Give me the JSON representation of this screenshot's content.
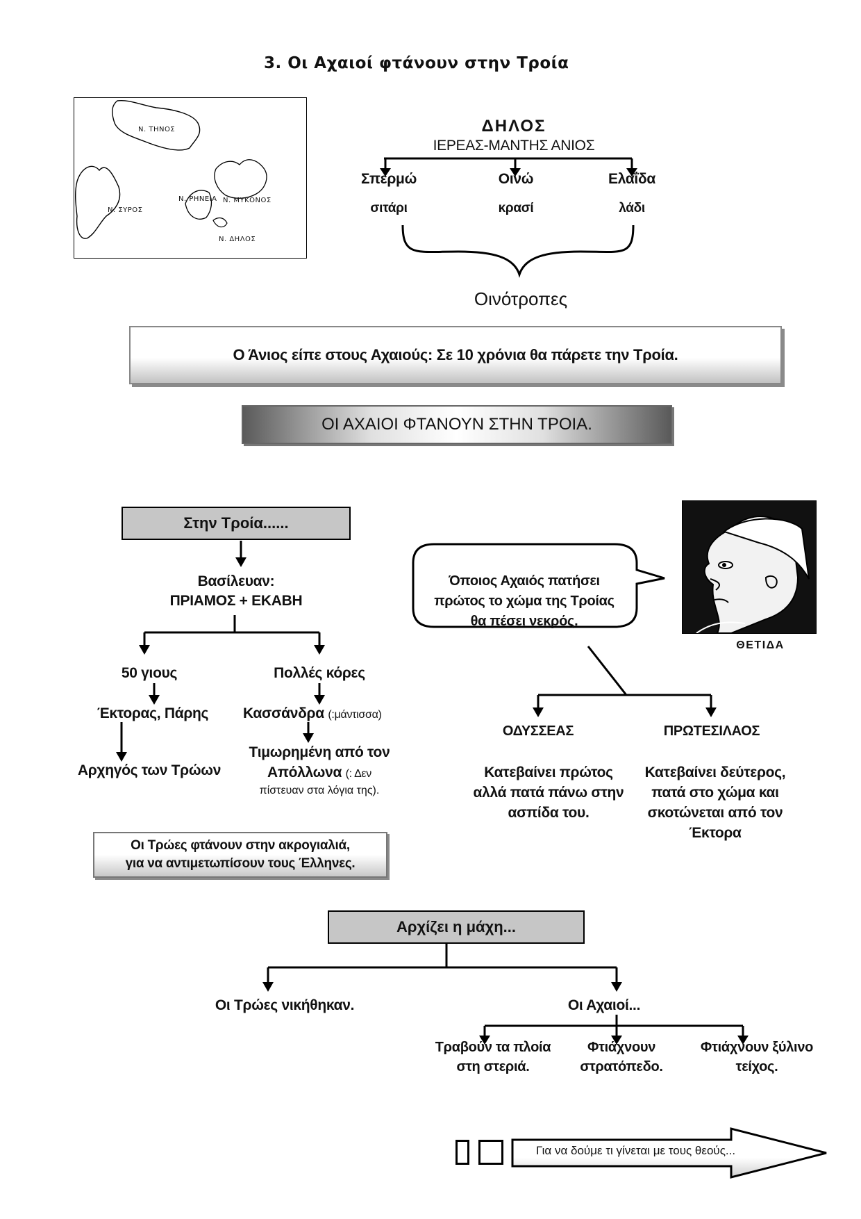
{
  "title": "3.  Οι Αχαιοί φτάνουν στην Τροία",
  "map": {
    "labels": [
      "Ν. ΤΗΝΟΣ",
      "Ν. ΣΥΡΟΣ",
      "Ν. ΡΗΝΕΙΑ",
      "Ν. ΜΥΚΟΝΟΣ",
      "Ν. ΔΗΛΟΣ"
    ]
  },
  "delos": {
    "title": "ΔΗΛΟΣ",
    "subtitle": "ΙΕΡΕΑΣ-ΜΑΝΤΗΣ  ΑΝΙΟΣ",
    "daughters": [
      {
        "name": "Σπερμώ",
        "gift": "σιτάρι"
      },
      {
        "name": "Οινώ",
        "gift": "κρασί"
      },
      {
        "name": "Ελαΐδα",
        "gift": "λάδι"
      }
    ],
    "group_name": "Οινότροπες"
  },
  "prophecy": "Ο Άνιος είπε στους Αχαιούς: Σε 10 χρόνια θα πάρετε την Τροία.",
  "arrival_banner": "ΟΙ ΑΧΑΙΟΙ ΦΤΑΝΟΥΝ ΣΤΗΝ ΤΡΟΙΑ.",
  "troy": {
    "box": "Στην Τροία......",
    "rulers_line1": "Βασίλευαν:",
    "rulers_line2": "ΠΡΙΑΜΟΣ + ΕΚΑΒΗ",
    "sons": "50 γιους",
    "daughters": "Πολλές κόρες",
    "sons_names": "Έκτορας, Πάρης",
    "daughter_name": "Κασσάνδρα",
    "daughter_note": "(:μάντισσα)",
    "hector_role": "Αρχηγός των Τρώων",
    "punished_line1": "Τιμωρημένη από τον",
    "punished_line2": "Απόλλωνα",
    "punished_note1": "(: Δεν",
    "punished_note2": "πίστευαν στα λόγια της).",
    "trojans_box_line1": "Οι Τρώες φτάνουν στην ακρογιαλιά,",
    "trojans_box_line2": "για να αντιμετωπίσουν τους Έλληνες."
  },
  "thetis": {
    "speech_line1": "Όποιος Αχαιός πατήσει",
    "speech_line2": "πρώτος το χώμα της Τροίας",
    "speech_line3": "θα πέσει νεκρός.",
    "caption": "ΘΕΤΙΔΑ"
  },
  "heroes": [
    {
      "name": "ΟΔΥΣΣΕΑΣ",
      "lines": [
        "Κατεβαίνει πρώτος",
        "αλλά πατά πάνω στην",
        "ασπίδα του."
      ]
    },
    {
      "name": "ΠΡΩΤΕΣΙΛΑΟΣ",
      "lines": [
        "Κατεβαίνει δεύτερος,",
        "πατά στο χώμα και",
        "σκοτώνεται από τον",
        "Έκτορα"
      ]
    }
  ],
  "battle": {
    "box": "Αρχίζει η μάχη...",
    "trojans": "Οι Τρώες νικήθηκαν.",
    "achaeans": "Οι Αχαιοί...",
    "actions": [
      [
        "Τραβούν τα πλοία",
        "στη στεριά."
      ],
      [
        "Φτιάχνουν",
        "στρατόπεδο."
      ],
      [
        "Φτιάχνουν ξύλινο",
        "τείχος."
      ]
    ]
  },
  "next": "Για να δούμε τι γίνεται με τους θεούς..."
}
